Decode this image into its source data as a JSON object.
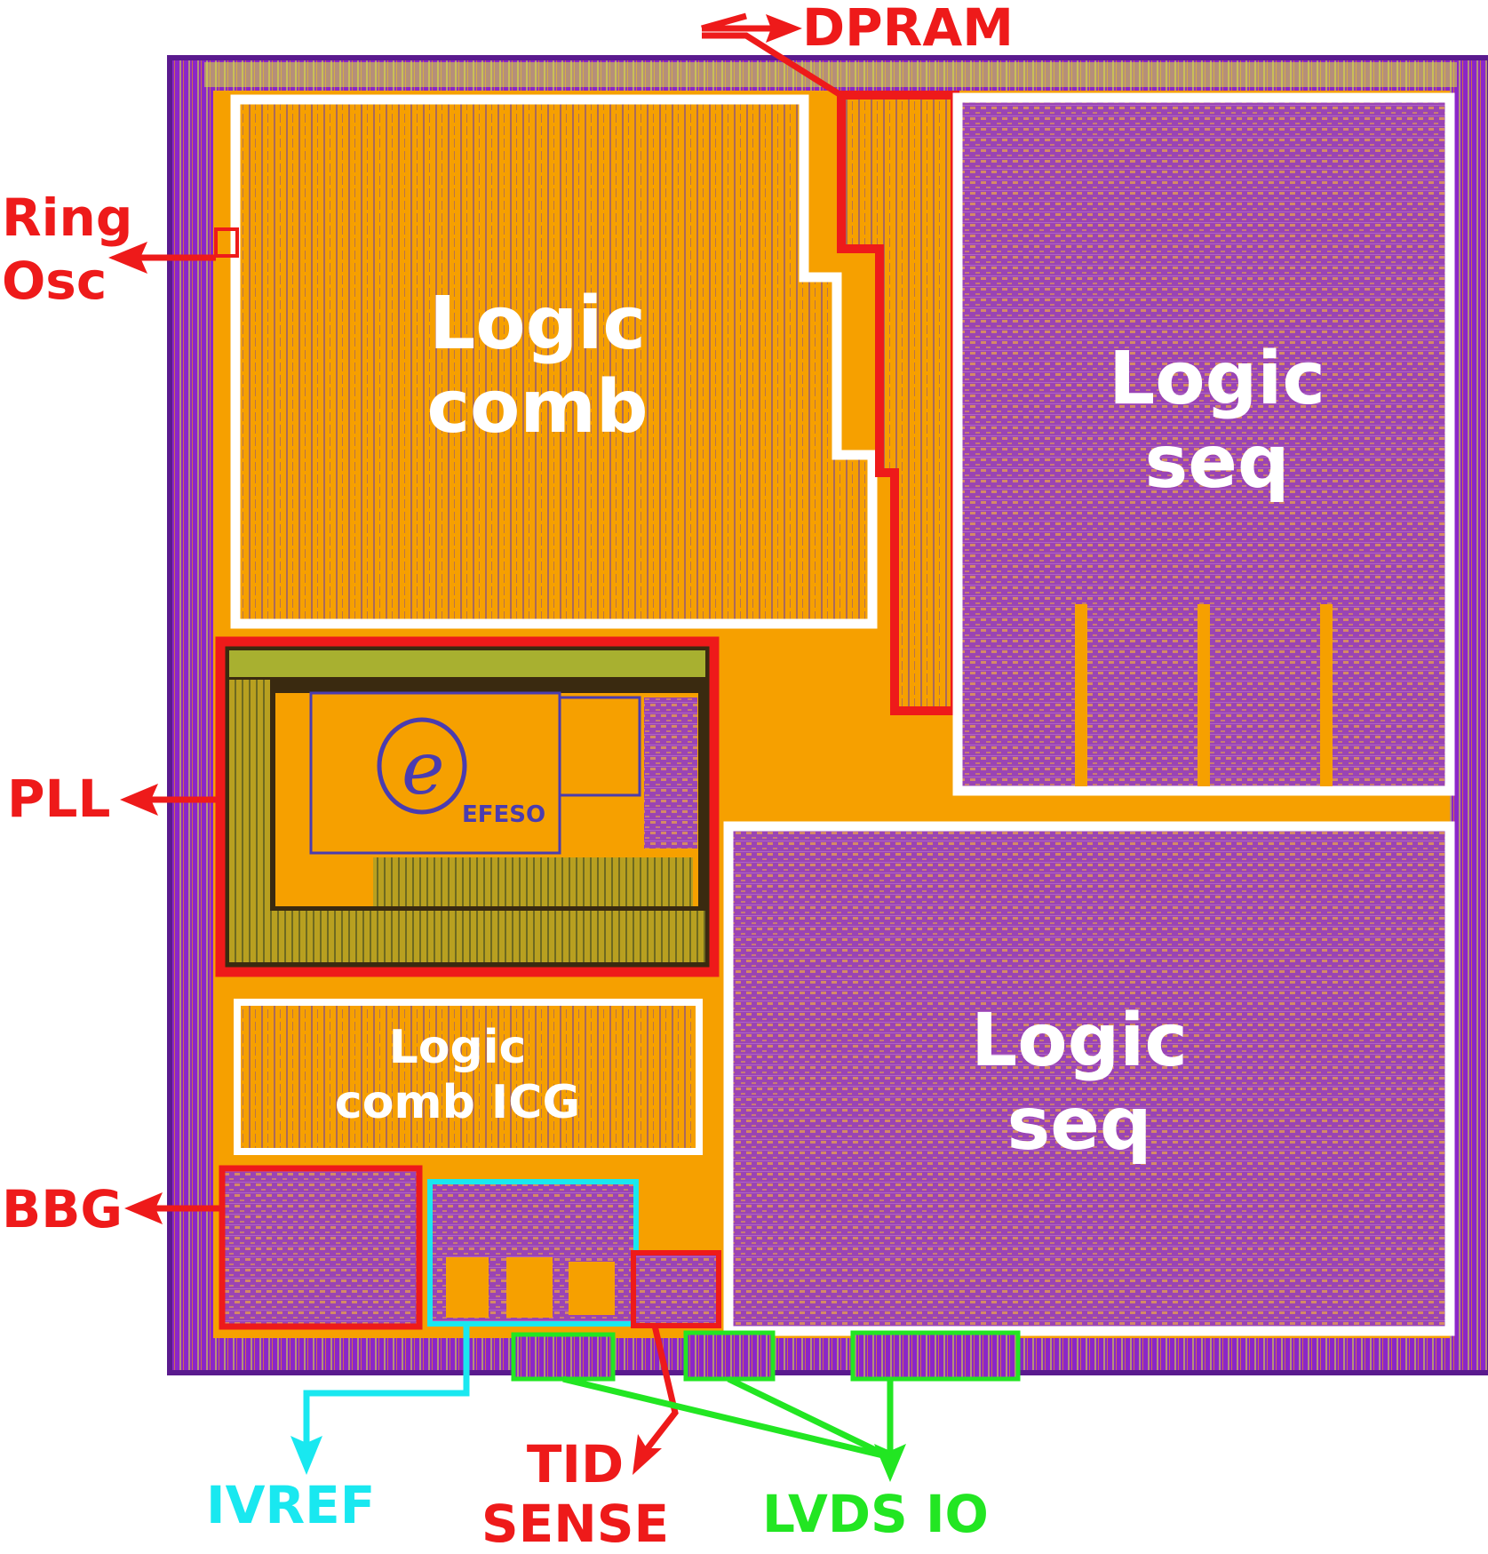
{
  "colors": {
    "die_border": "#8b26c8",
    "core_fill": "#f6a000",
    "seq_fill": "#9a44b4",
    "io_accent": "#d8e63a",
    "annot_red": "#ee1a1a",
    "annot_cyan": "#19e8f0",
    "annot_green": "#22e622",
    "block_outline": "#ffffff"
  },
  "blocks": {
    "logic_comb": {
      "line1": "Logic",
      "line2": "comb"
    },
    "logic_seq_top": {
      "line1": "Logic",
      "line2": "seq"
    },
    "logic_seq_bottom": {
      "line1": "Logic",
      "line2": "seq"
    },
    "logic_comb_icg": {
      "line1": "Logic",
      "line2": "comb ICG"
    }
  },
  "labels": {
    "dpram": "DPRAM",
    "ring_osc_1": "Ring",
    "ring_osc_2": "Osc",
    "pll": "PLL",
    "bbg": "BBG",
    "ivref": "IVREF",
    "tid_1": "TID",
    "tid_2": "SENSE",
    "lvds": "LVDS IO"
  },
  "logo": {
    "glyph": "e",
    "text": "EFESO"
  }
}
